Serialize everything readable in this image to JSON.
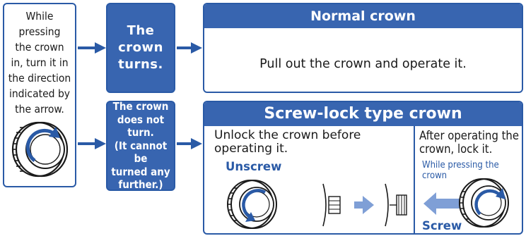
{
  "instruction": {
    "lines": [
      "While pressing",
      "the crown",
      "in, turn it in",
      "the direction",
      "indicated by",
      "the arrow."
    ]
  },
  "result_turns": {
    "lines": [
      "The",
      "crown",
      "turns."
    ]
  },
  "result_not_turn": {
    "lines": [
      "The crown",
      "does not",
      "turn.",
      "(It cannot be",
      "turned any",
      "further.)"
    ]
  },
  "normal_crown": {
    "title": "Normal crown",
    "text": "Pull out the crown and operate it."
  },
  "screw_lock": {
    "title": "Screw-lock type crown",
    "unlock_lines": [
      "Unlock the crown before",
      "operating it."
    ],
    "unscrew_label": "Unscrew",
    "lock_lines": [
      "After operating the",
      "crown, lock it."
    ],
    "while_pressing": "While pressing the crown",
    "screw_label": "Screw"
  },
  "colors": {
    "blue": "#2a5aa6",
    "fill": "#3865b0",
    "light_arrow": "#7f9fd6",
    "text": "#1a1a1a",
    "accent_text": "#2a5aa6"
  }
}
